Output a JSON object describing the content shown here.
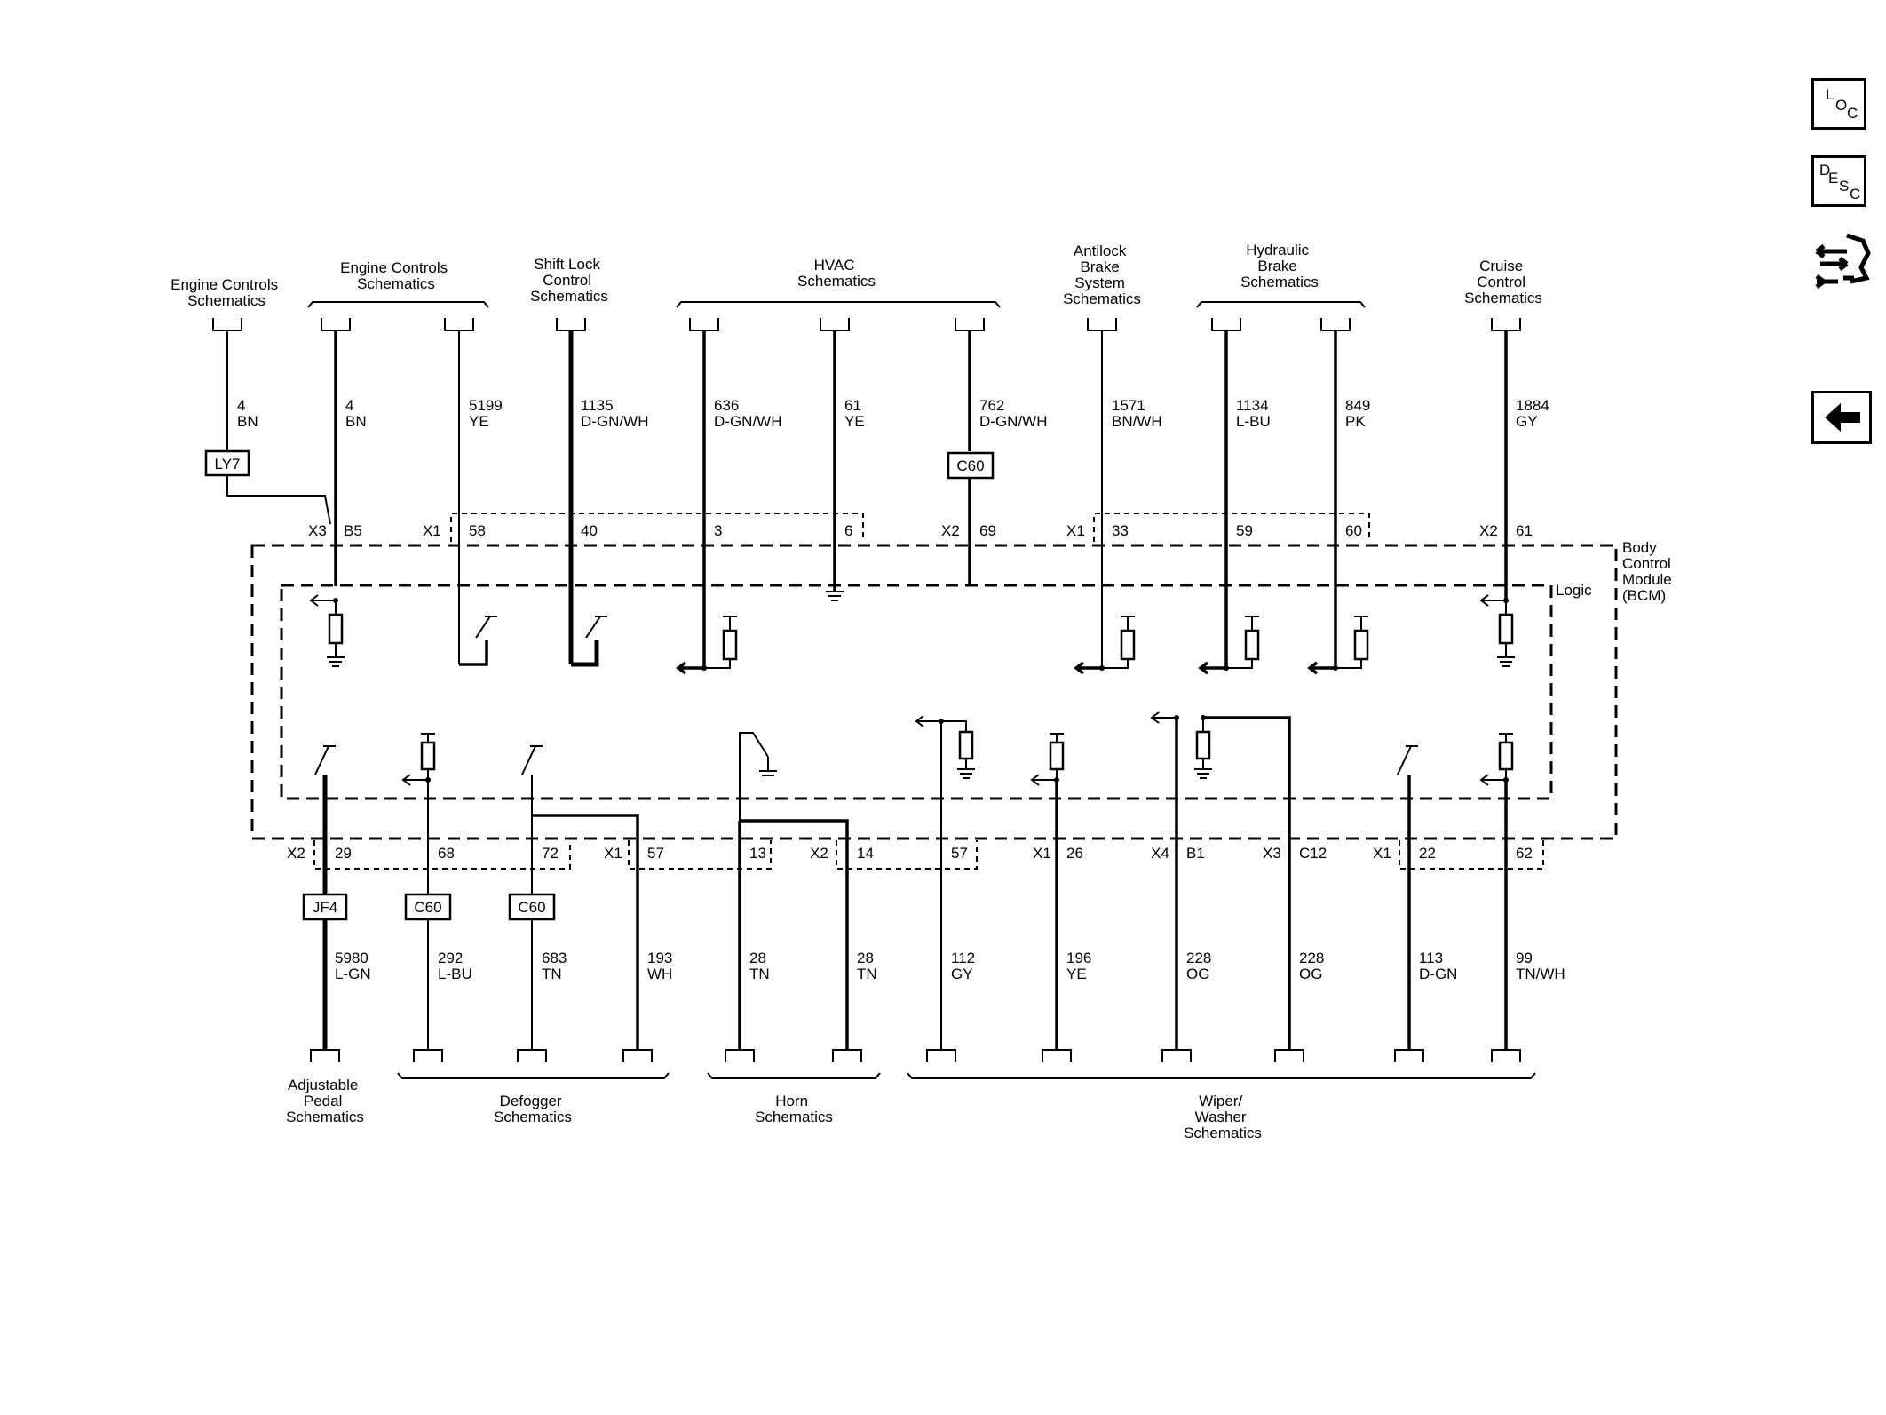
{
  "toolbar": {
    "loc": [
      "L",
      "O",
      "C"
    ],
    "desc": [
      "D",
      "E",
      "S",
      "C"
    ]
  },
  "top_groups": [
    {
      "id": "eng1",
      "lines": [
        "Engine Controls",
        "Schematics"
      ]
    },
    {
      "id": "eng2",
      "lines": [
        "Engine Controls",
        "Schematics"
      ]
    },
    {
      "id": "shift",
      "lines": [
        "Shift Lock",
        "Control",
        "Schematics"
      ]
    },
    {
      "id": "hvac",
      "lines": [
        "HVAC",
        "Schematics"
      ]
    },
    {
      "id": "abs",
      "lines": [
        "Antilock",
        "Brake",
        "System",
        "Schematics"
      ]
    },
    {
      "id": "hyd",
      "lines": [
        "Hydraulic",
        "Brake",
        "Schematics"
      ]
    },
    {
      "id": "cruise",
      "lines": [
        "Cruise",
        "Control",
        "Schematics"
      ]
    }
  ],
  "top_circuits": [
    {
      "num": "4",
      "color": "BN"
    },
    {
      "num": "4",
      "color": "BN"
    },
    {
      "num": "5199",
      "color": "YE"
    },
    {
      "num": "1135",
      "color": "D-GN/WH"
    },
    {
      "num": "636",
      "color": "D-GN/WH"
    },
    {
      "num": "61",
      "color": "YE"
    },
    {
      "num": "762",
      "color": "D-GN/WH"
    },
    {
      "num": "1571",
      "color": "BN/WH"
    },
    {
      "num": "1134",
      "color": "L-BU"
    },
    {
      "num": "849",
      "color": "PK"
    },
    {
      "num": "1884",
      "color": "GY"
    }
  ],
  "top_options": [
    "LY7",
    "C60"
  ],
  "top_pins": {
    "connectors": [
      "X3",
      "X1",
      "X2",
      "X1",
      "X2"
    ],
    "pins": [
      "B5",
      "58",
      "40",
      "3",
      "6",
      "69",
      "33",
      "59",
      "60",
      "61"
    ]
  },
  "module": {
    "lines": [
      "Body",
      "Control",
      "Module",
      "(BCM)"
    ],
    "logic": "Logic"
  },
  "bottom_pins": {
    "connectors": [
      "X2",
      "X1",
      "X2",
      "X1",
      "X4",
      "X3",
      "X1"
    ],
    "pins": [
      "29",
      "68",
      "72",
      "57",
      "13",
      "14",
      "57",
      "26",
      "B1",
      "C12",
      "22",
      "62"
    ]
  },
  "bottom_options": [
    "JF4",
    "C60",
    "C60"
  ],
  "bottom_circuits": [
    {
      "num": "5980",
      "color": "L-GN"
    },
    {
      "num": "292",
      "color": "L-BU"
    },
    {
      "num": "683",
      "color": "TN"
    },
    {
      "num": "193",
      "color": "WH"
    },
    {
      "num": "28",
      "color": "TN"
    },
    {
      "num": "28",
      "color": "TN"
    },
    {
      "num": "112",
      "color": "GY"
    },
    {
      "num": "196",
      "color": "YE"
    },
    {
      "num": "228",
      "color": "OG"
    },
    {
      "num": "228",
      "color": "OG"
    },
    {
      "num": "113",
      "color": "D-GN"
    },
    {
      "num": "99",
      "color": "TN/WH"
    }
  ],
  "bottom_groups": [
    {
      "id": "pedal",
      "lines": [
        "Adjustable",
        "Pedal",
        "Schematics"
      ]
    },
    {
      "id": "defog",
      "lines": [
        "Defogger",
        "Schematics"
      ]
    },
    {
      "id": "horn",
      "lines": [
        "Horn",
        "Schematics"
      ]
    },
    {
      "id": "wiper",
      "lines": [
        "Wiper/",
        "Washer",
        "Schematics"
      ]
    }
  ]
}
